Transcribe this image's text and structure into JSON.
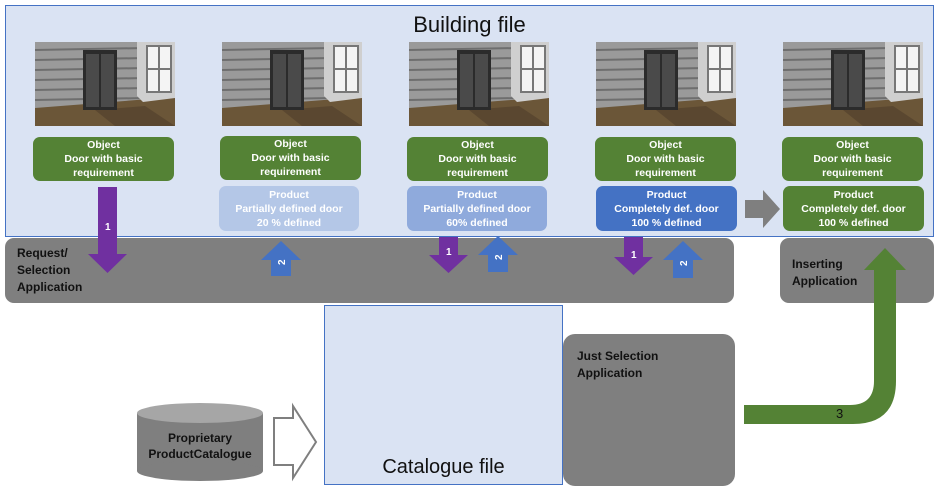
{
  "building": {
    "title": "Building file"
  },
  "catalogue": {
    "title": "Catalogue file"
  },
  "object_label": [
    "Object",
    "Door with basic",
    "requirement"
  ],
  "columns": [
    {
      "product": null
    },
    {
      "product": [
        "Product",
        "Partially defined door",
        "20 % defined"
      ],
      "style": "p20"
    },
    {
      "product": [
        "Product",
        "Partially defined door",
        "60% defined"
      ],
      "style": "p60"
    },
    {
      "product": [
        "Product",
        "Completely def. door",
        "100 % defined"
      ],
      "style": "p100"
    },
    {
      "product": [
        "Product",
        "Completely def. door",
        "100 % defined"
      ],
      "style": "pgreen"
    }
  ],
  "bands": {
    "request": [
      "Request/",
      "Selection",
      "Application"
    ],
    "inserting": [
      "Inserting",
      "Application"
    ],
    "just_selection": [
      "Just Selection",
      "Application"
    ]
  },
  "catalogue_db": [
    "Proprietary",
    "ProductCatalogue"
  ],
  "arrow_numbers": {
    "request": "1",
    "return": "2",
    "insert": "3"
  },
  "colors": {
    "object_green": "#548235",
    "request_purple": "#7030a0",
    "return_blue": "#4472c4",
    "band_gray": "#7f7f7f",
    "file_bg": "#dae3f3"
  },
  "icons": [
    "door-photo-icon",
    "database-cylinder-icon",
    "hollow-arrow-icon"
  ]
}
